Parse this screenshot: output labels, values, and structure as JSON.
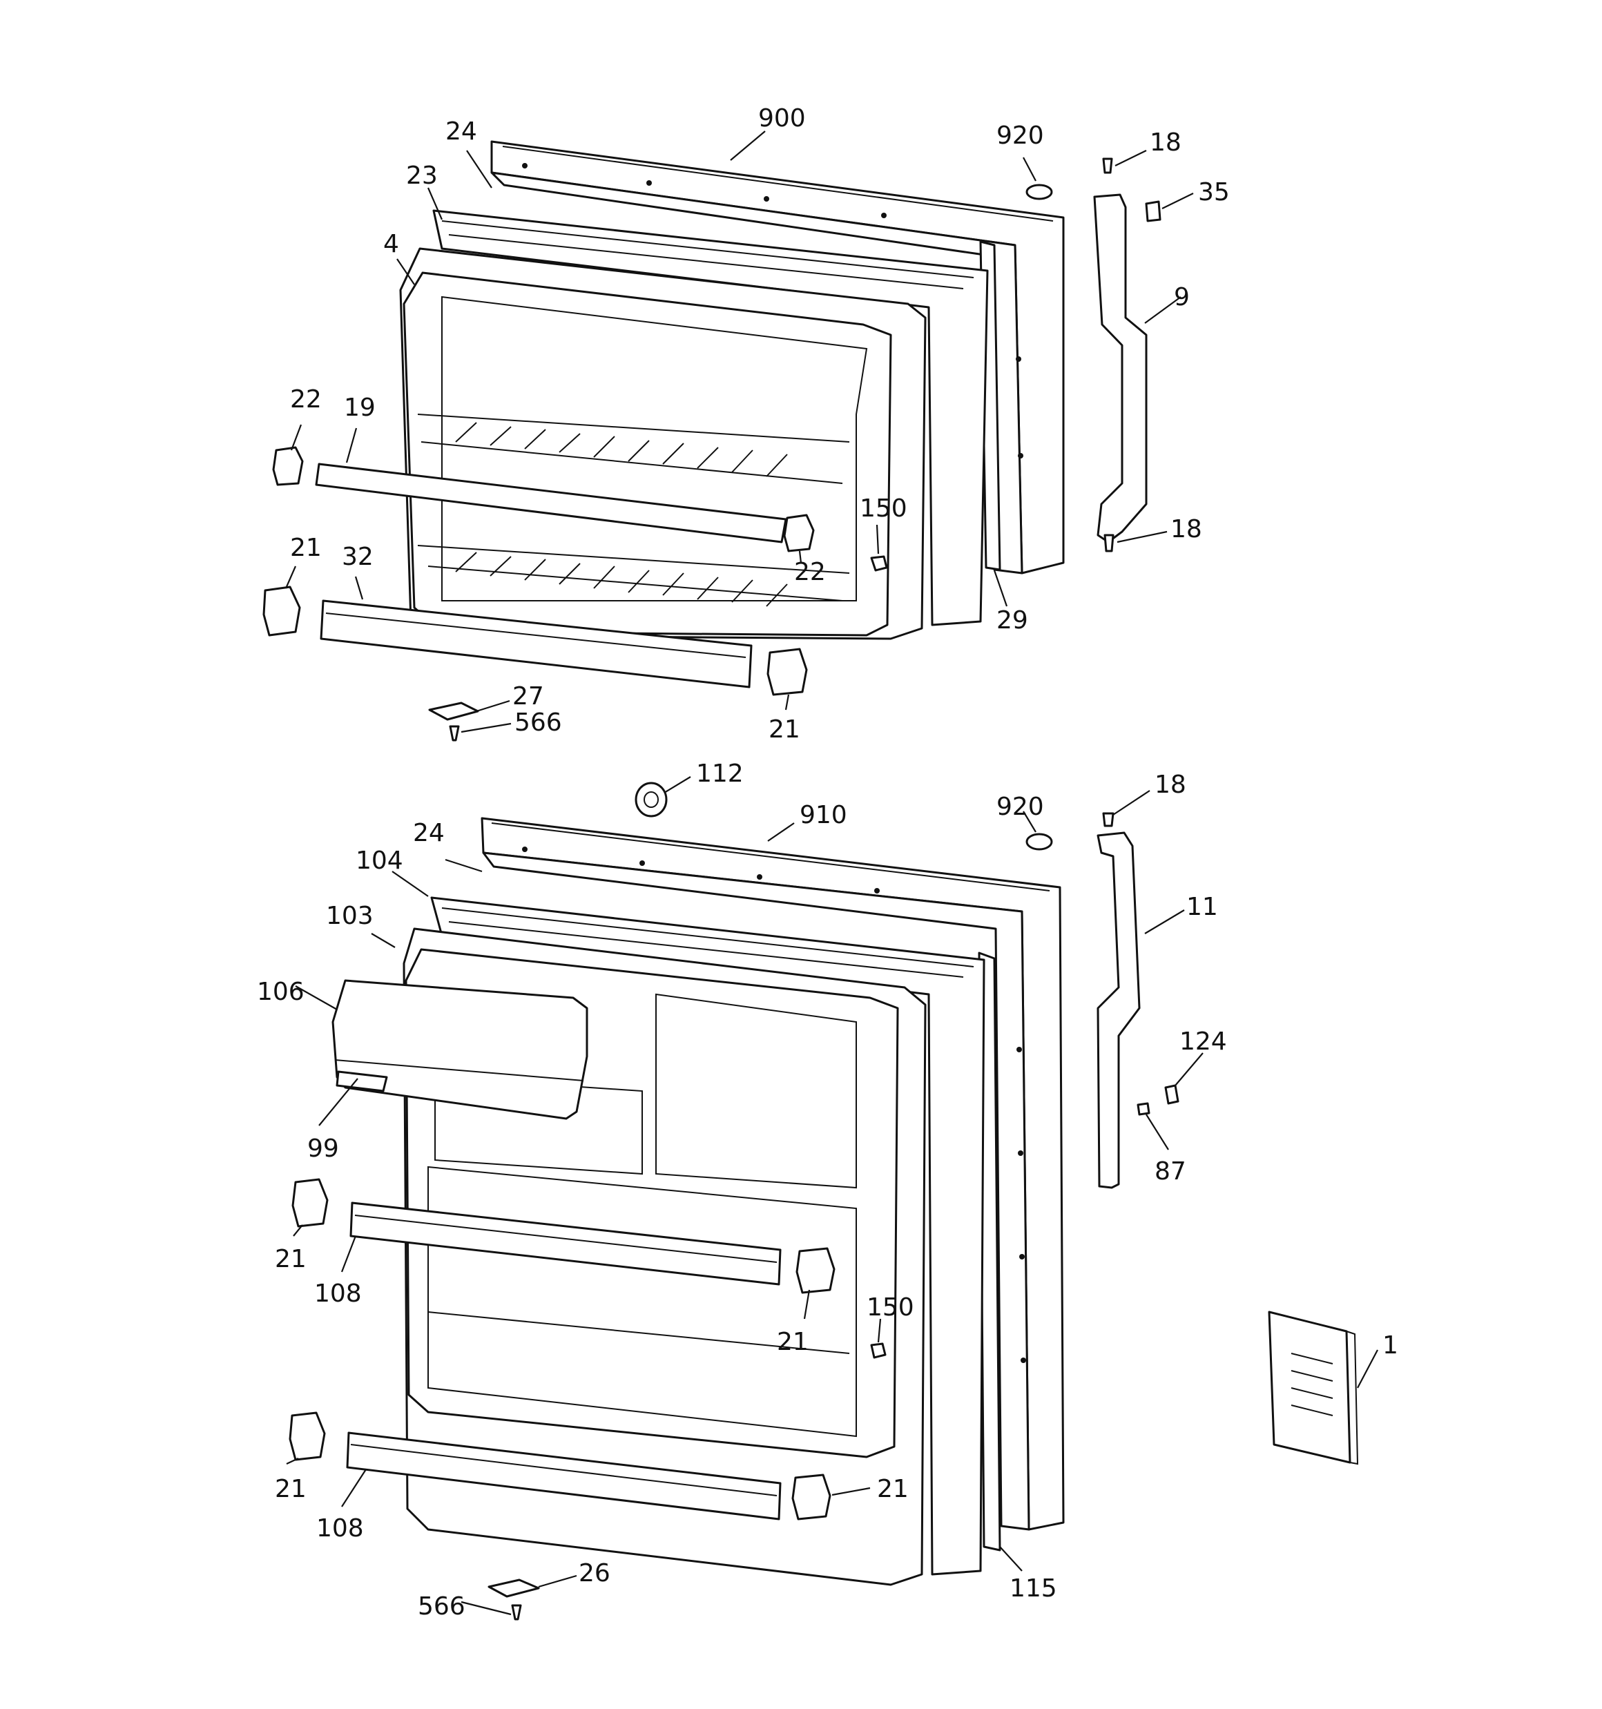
{
  "freezer_door": {
    "callouts": [
      "900",
      "24",
      "23",
      "4",
      "920",
      "18",
      "35",
      "9",
      "22",
      "19",
      "150",
      "22",
      "18",
      "21",
      "32",
      "29",
      "21",
      "27",
      "566"
    ]
  },
  "fresh_food_door": {
    "callouts": [
      "112",
      "910",
      "920",
      "18",
      "24",
      "104",
      "103",
      "11",
      "106",
      "124",
      "99",
      "87",
      "21",
      "108",
      "150",
      "21",
      "1",
      "21",
      "21",
      "108",
      "115",
      "26",
      "566"
    ]
  }
}
